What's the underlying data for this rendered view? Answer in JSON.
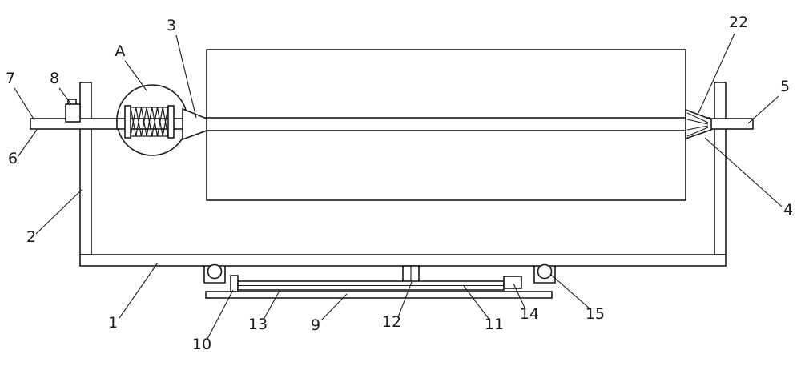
{
  "figure": {
    "kind": "patent-technical-diagram",
    "colors": {
      "line": "#1a1a1a",
      "background": "#ffffff",
      "stipple_dot": "#8d8d8d"
    },
    "labels": {
      "a": "A",
      "n1": "1",
      "n2": "2",
      "n3": "3",
      "n4": "4",
      "n5": "5",
      "n6": "6",
      "n7": "7",
      "n8": "8",
      "n9": "9",
      "n10": "10",
      "n11": "11",
      "n12": "12",
      "n13": "13",
      "n14": "14",
      "n15": "15",
      "n22": "22"
    }
  }
}
